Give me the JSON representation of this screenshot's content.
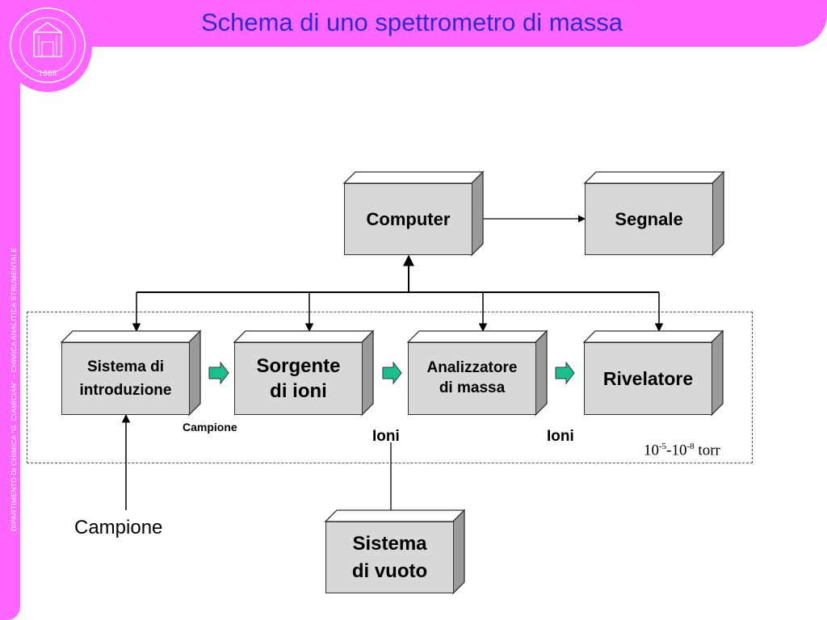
{
  "title": "Schema di uno spettrometro di massa",
  "sidebar": {
    "text_prefix": "DIPARTIMENTO DI CHIMICA “G. ",
    "text_italic": "CIAMICIAN",
    "text_suffix": "” – CHIMICA ANALITICA STRUMENTALE"
  },
  "logo": {
    "icon": "university-seal-icon",
    "year": "1088"
  },
  "boxes": {
    "computer": "Computer",
    "segnale": "Segnale",
    "introduzione_line1": "Sistema di",
    "introduzione_line2": "introduzione",
    "sorgente_line1": "Sorgente",
    "sorgente_line2": "di ioni",
    "analizzatore_line1": "Analizzatore",
    "analizzatore_line2": "di massa",
    "rivelatore": "Rivelatore",
    "vuoto_line1": "Sistema",
    "vuoto_line2": "di vuoto"
  },
  "labels": {
    "campione_small": "Campione",
    "ioni_1": "Ioni",
    "ioni_2": "Ioni",
    "campione_input": "Campione"
  },
  "pressure": {
    "base1": "10",
    "exp1": "-5",
    "sep": "-10",
    "exp2": "-8",
    "unit": " torr"
  },
  "colors": {
    "accent": "#ff66ff",
    "title": "#2b2bd6",
    "flow_arrow": "#18c08e",
    "box_fill": "#d8d8d8"
  }
}
